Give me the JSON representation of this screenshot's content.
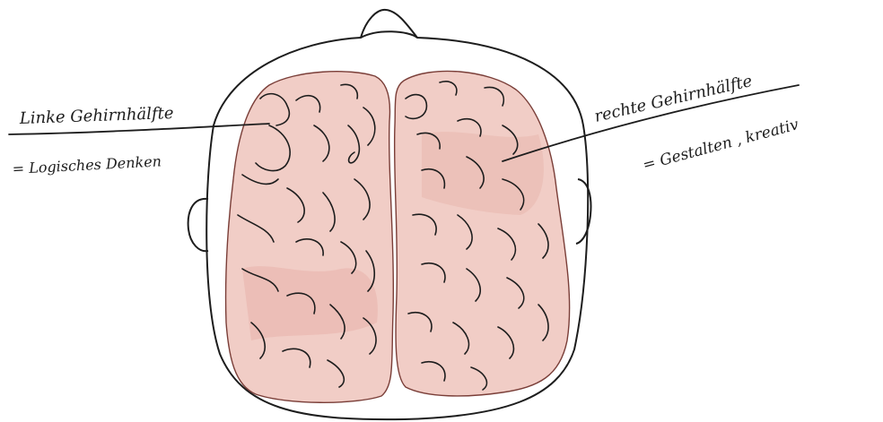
{
  "labels": {
    "left_title": "Linke Gehirnhälfte",
    "left_desc": "= Logisches Denken",
    "right_title": "rechte Gehirnhälfte",
    "right_desc": "= Gestalten , kreativ"
  },
  "colors": {
    "ink": "#1d1d1d",
    "brain_fill": "#f1cdc6",
    "brain_shade": "#e7aea5",
    "paper": "#ffffff"
  }
}
